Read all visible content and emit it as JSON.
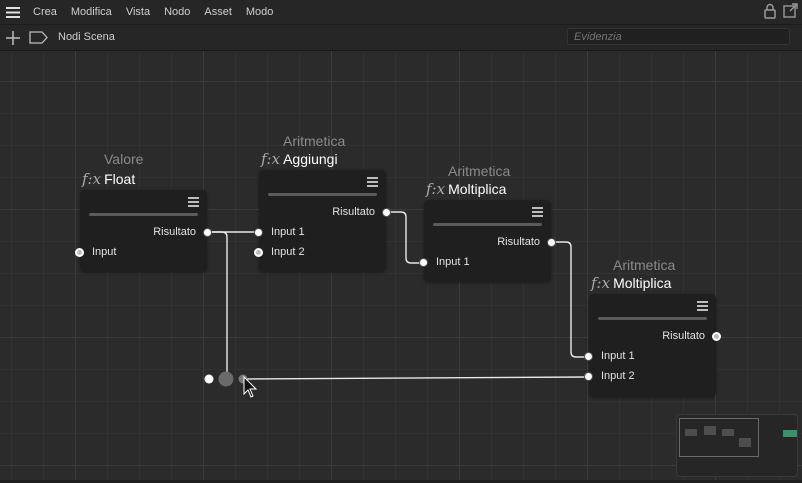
{
  "menubar": {
    "items": [
      "Crea",
      "Modifica",
      "Vista",
      "Nodo",
      "Asset",
      "Modo"
    ]
  },
  "toolbar": {
    "scene_label": "Nodi Scena",
    "search_placeholder": "Evidenzia"
  },
  "nodes": {
    "float": {
      "category": "Valore",
      "fx": "f:x",
      "title": "Float",
      "ports": {
        "output": "Risultato",
        "input1": "Input"
      }
    },
    "add": {
      "category": "Aritmetica",
      "fx": "f:x",
      "title": "Aggiungi",
      "ports": {
        "output": "Risultato",
        "input1": "Input 1",
        "input2": "Input 2"
      }
    },
    "mul1": {
      "category": "Aritmetica",
      "fx": "f:x",
      "title": "Moltiplica",
      "ports": {
        "output": "Risultato",
        "input1": "Input 1"
      }
    },
    "mul2": {
      "category": "Aritmetica",
      "fx": "f:x",
      "title": "Moltiplica",
      "ports": {
        "output": "Risultato",
        "input1": "Input 1",
        "input2": "Input 2"
      }
    }
  },
  "colors": {
    "canvas_bg": "#2b2b2b",
    "node_bg": "#1f1f1f",
    "wire": "#e8e8e8",
    "minimap_accent": "#3f8f68"
  },
  "icons": [
    "hamburger-icon",
    "lock-icon",
    "popout-icon",
    "plus-icon",
    "tag-icon",
    "cursor-icon"
  ]
}
